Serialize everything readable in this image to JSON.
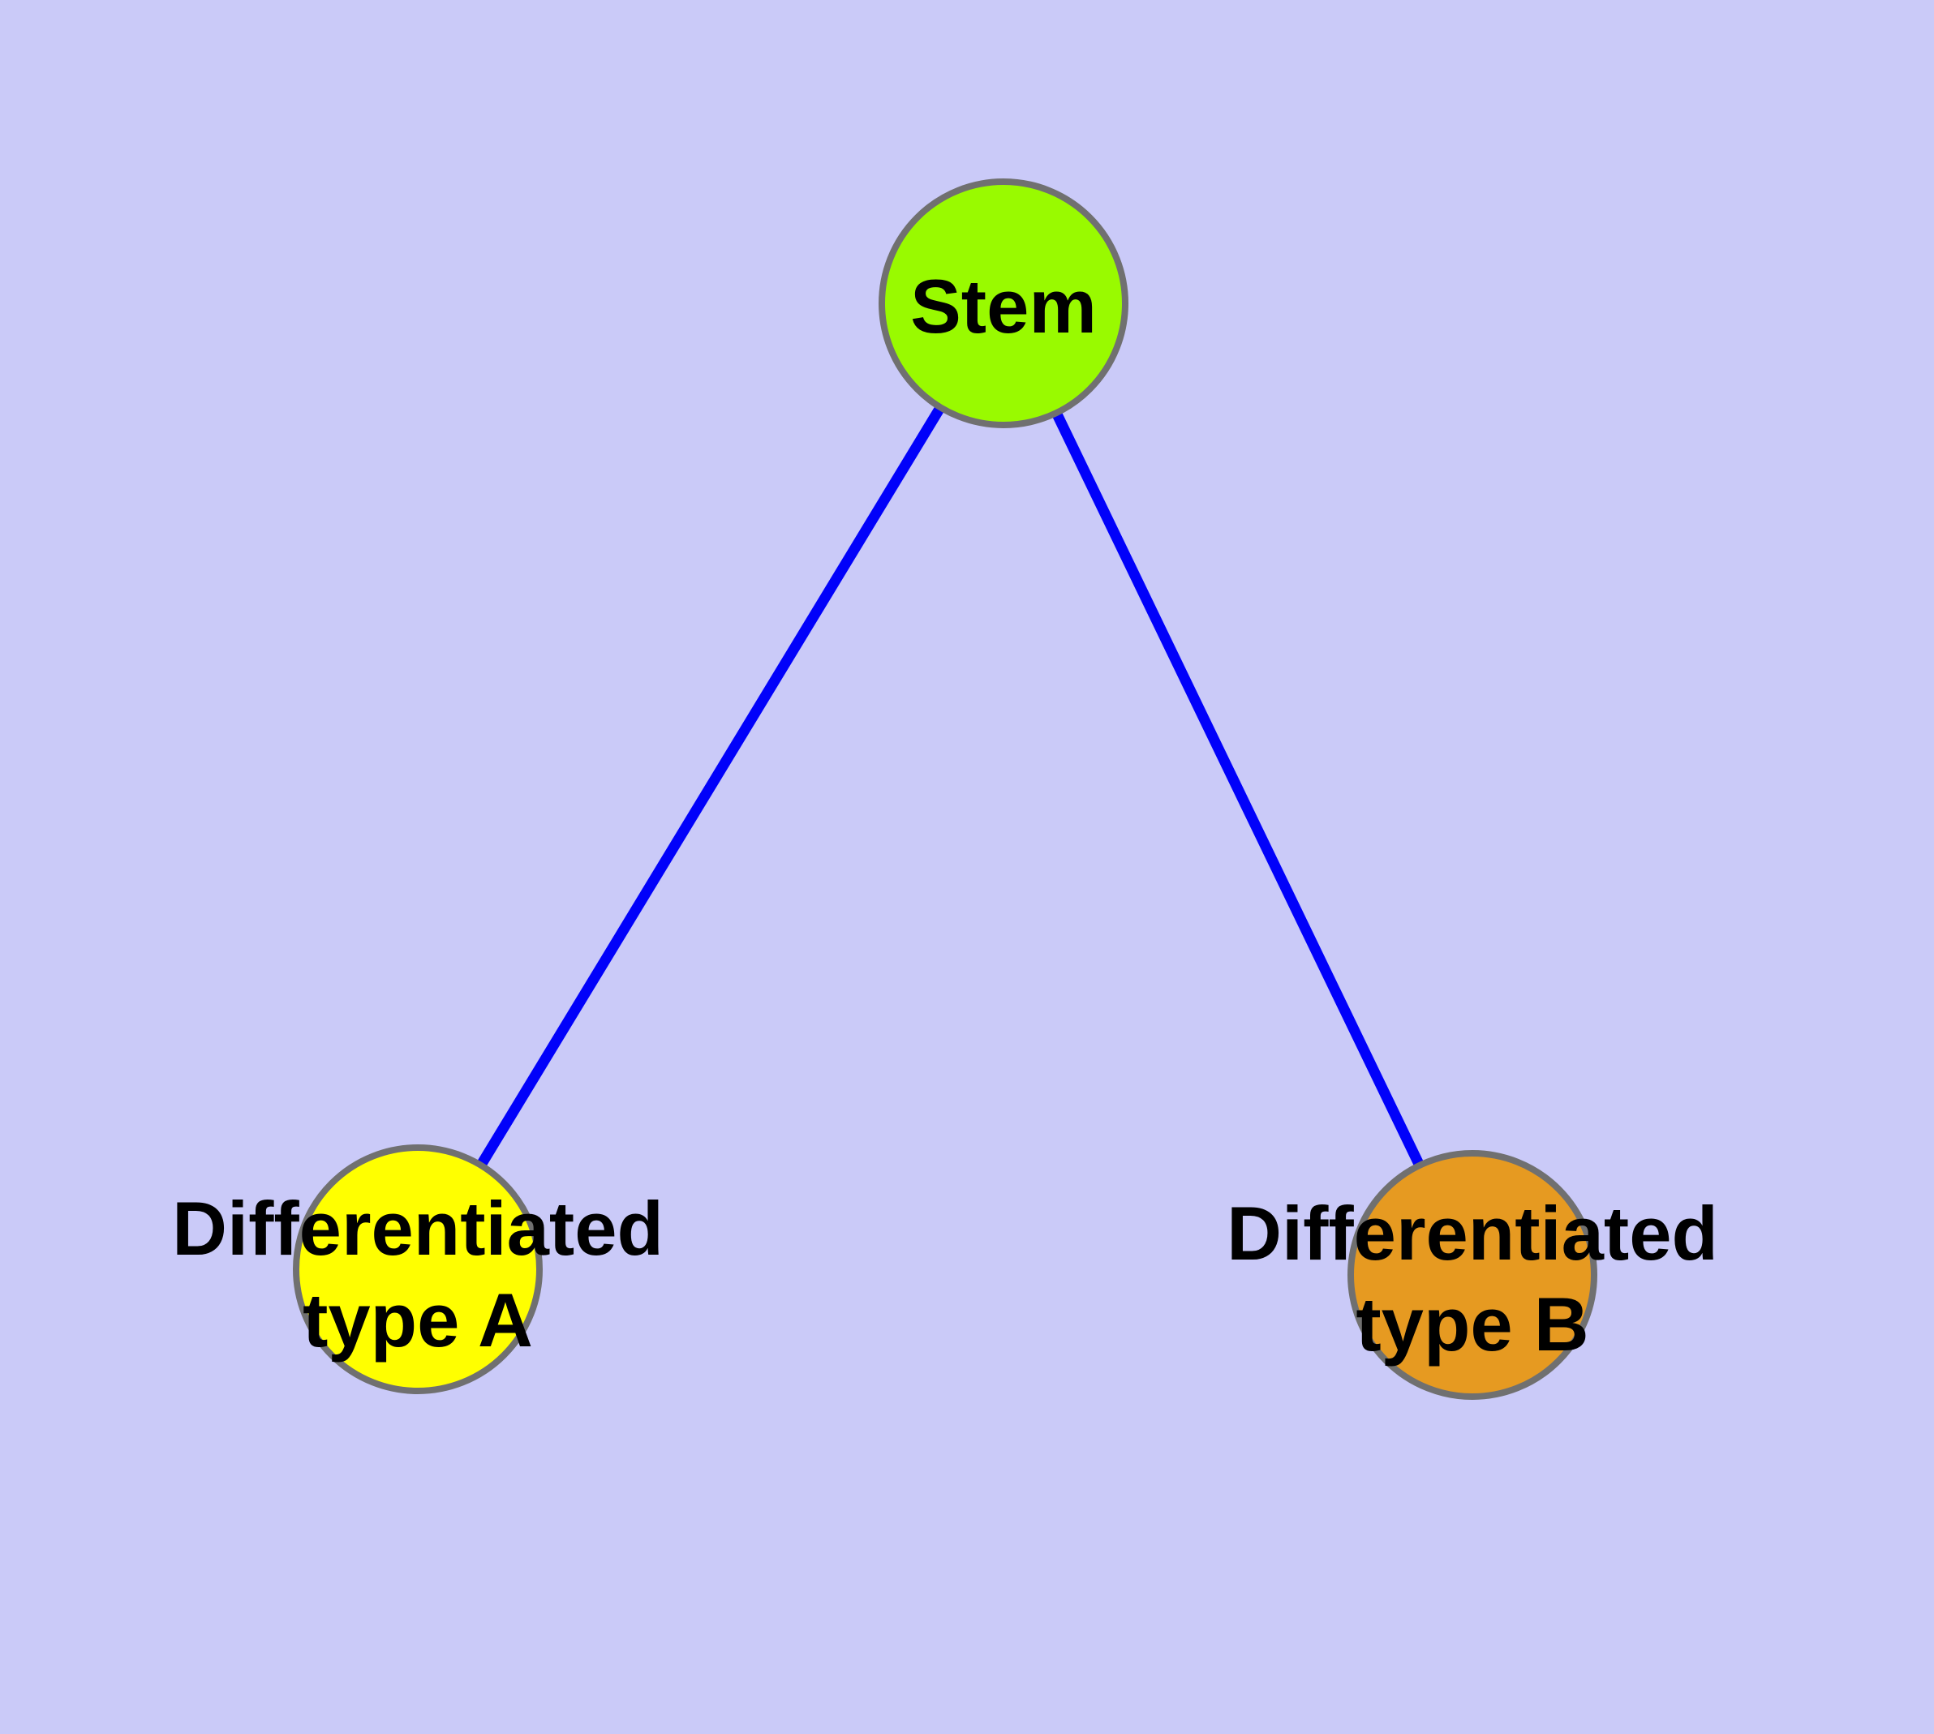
{
  "graph": {
    "background_color": "#CACAF8",
    "edge_color": "#0101FA",
    "node_border_color": "#707070",
    "text_color": "#000000",
    "nodes": {
      "stem": {
        "label": "Stem",
        "fill": "#99FA00"
      },
      "type_a": {
        "label_line1": "Differentiated",
        "label_line2": "type A",
        "label_full": "Differentiated type A",
        "fill": "#FFFF00"
      },
      "type_b": {
        "label_line1": "Differentiated",
        "label_line2": "type B",
        "label_full": "Differentiated type B",
        "fill": "#E69A21"
      }
    },
    "edges": [
      {
        "from": "Stem",
        "to": "Differentiated type A"
      },
      {
        "from": "Stem",
        "to": "Differentiated type B"
      }
    ]
  }
}
